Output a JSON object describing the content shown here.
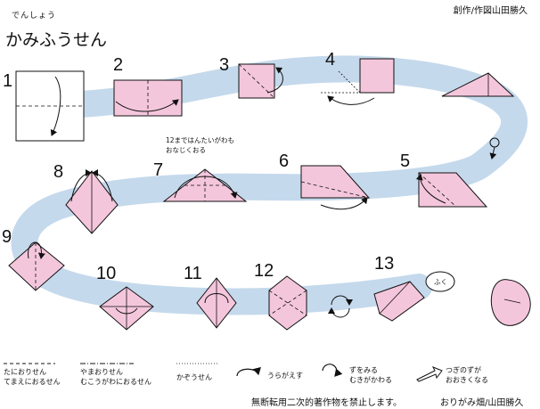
{
  "header": {
    "ruby": "でんしょう",
    "title": "かみふうせん",
    "credit": "創作/作図山田勝久"
  },
  "colors": {
    "paper_pink": "#f4c6dc",
    "path_blue": "#c5d9ec",
    "line": "#111111"
  },
  "steps": [
    "1",
    "2",
    "3",
    "4",
    "5",
    "6",
    "7",
    "8",
    "9",
    "10",
    "11",
    "12",
    "13"
  ],
  "notes": {
    "step7_line1": "12まではんたいがわも",
    "step7_line2": "おなじくおる",
    "step13_bubble": "ふく"
  },
  "legend": {
    "valley_line1": "たにおりせん",
    "valley_line2": "てまえにおるせん",
    "mountain_line1": "やまおりせん",
    "mountain_line2": "むこうがわにおるせん",
    "crease": "かぞうせん",
    "flip": "うらがえす",
    "zoom_line1": "ずをみる",
    "zoom_line2": "むきがかわる",
    "enlarge_line1": "つぎのずが",
    "enlarge_line2": "おおきくなる"
  },
  "footer": {
    "copyright": "無断転用二次的著作物を禁止します。",
    "signature": "おりがみ畑/山田勝久"
  }
}
